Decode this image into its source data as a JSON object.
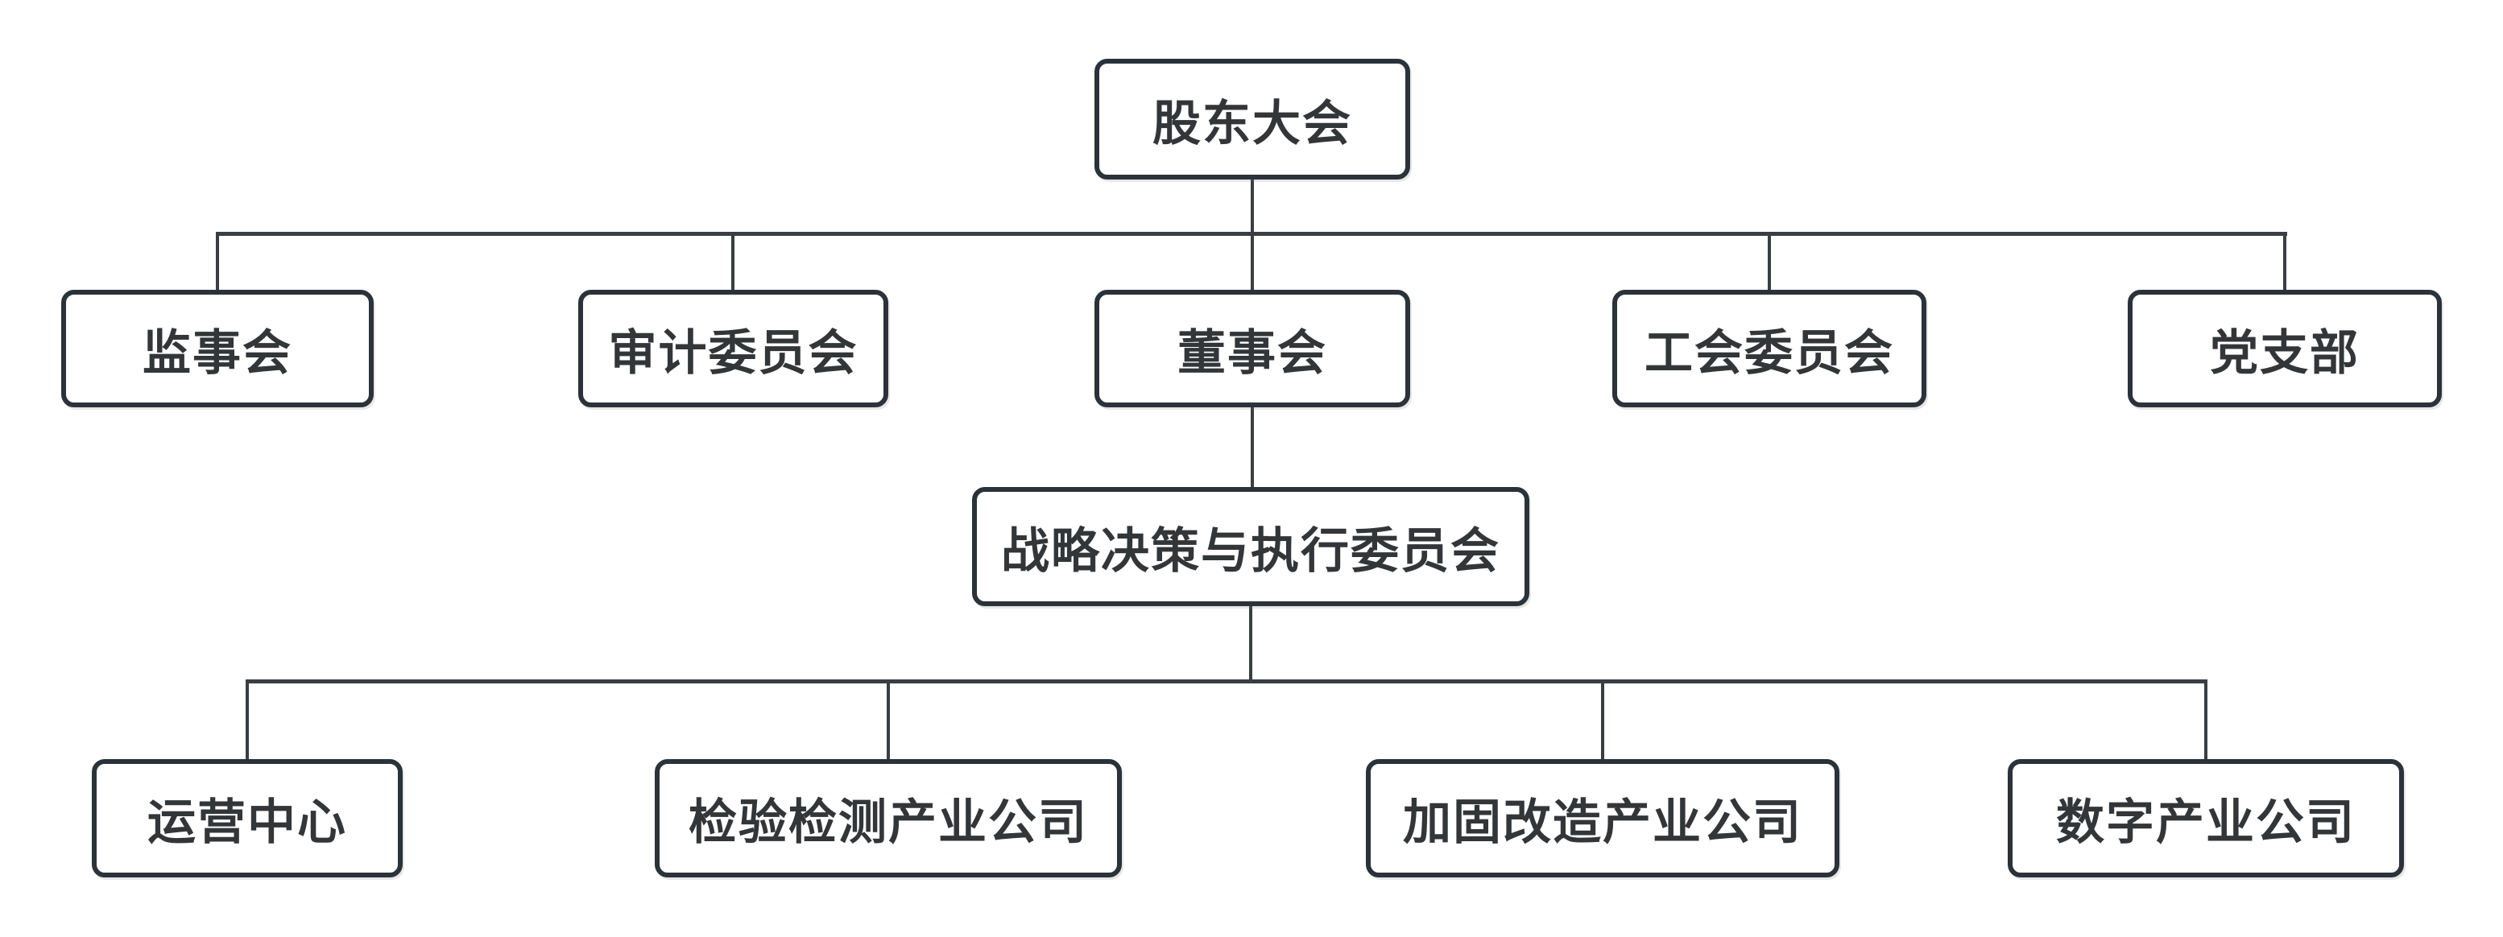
{
  "diagram": {
    "type": "org-chart",
    "nodes": {
      "shareholders": {
        "label": "股东大会"
      },
      "supervisory_board": {
        "label": "监事会"
      },
      "audit_committee": {
        "label": "审计委员会"
      },
      "board_of_directors": {
        "label": "董事会"
      },
      "union_committee": {
        "label": "工会委员会"
      },
      "party_branch": {
        "label": "党支部"
      },
      "strategy_committee": {
        "label": "战略决策与执行委员会"
      },
      "operations_center": {
        "label": "运营中心"
      },
      "inspection_company": {
        "label": "检验检测产业公司"
      },
      "reinforcement_company": {
        "label": "加固改造产业公司"
      },
      "digital_company": {
        "label": "数字产业公司"
      }
    },
    "edges": [
      {
        "from": "shareholders",
        "to": "supervisory_board"
      },
      {
        "from": "shareholders",
        "to": "audit_committee"
      },
      {
        "from": "shareholders",
        "to": "board_of_directors"
      },
      {
        "from": "shareholders",
        "to": "union_committee"
      },
      {
        "from": "shareholders",
        "to": "party_branch"
      },
      {
        "from": "board_of_directors",
        "to": "strategy_committee"
      },
      {
        "from": "strategy_committee",
        "to": "operations_center"
      },
      {
        "from": "strategy_committee",
        "to": "inspection_company"
      },
      {
        "from": "strategy_committee",
        "to": "reinforcement_company"
      },
      {
        "from": "strategy_committee",
        "to": "digital_company"
      }
    ],
    "colors": {
      "background": "#ffffff",
      "node_fill": "#ffffff",
      "node_border": "#2a323a",
      "text": "#333639",
      "line": "#383e44"
    }
  }
}
